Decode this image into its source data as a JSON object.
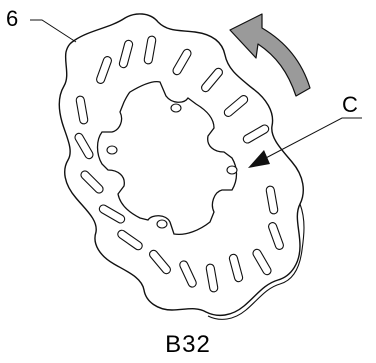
{
  "diagram": {
    "part_number_label": "6",
    "detail_label": "C",
    "caption": "B32",
    "colors": {
      "outline": "#111111",
      "disc_fill": "#ffffff",
      "arrow_fill": "#9a9a9a",
      "background": "#ffffff"
    }
  }
}
